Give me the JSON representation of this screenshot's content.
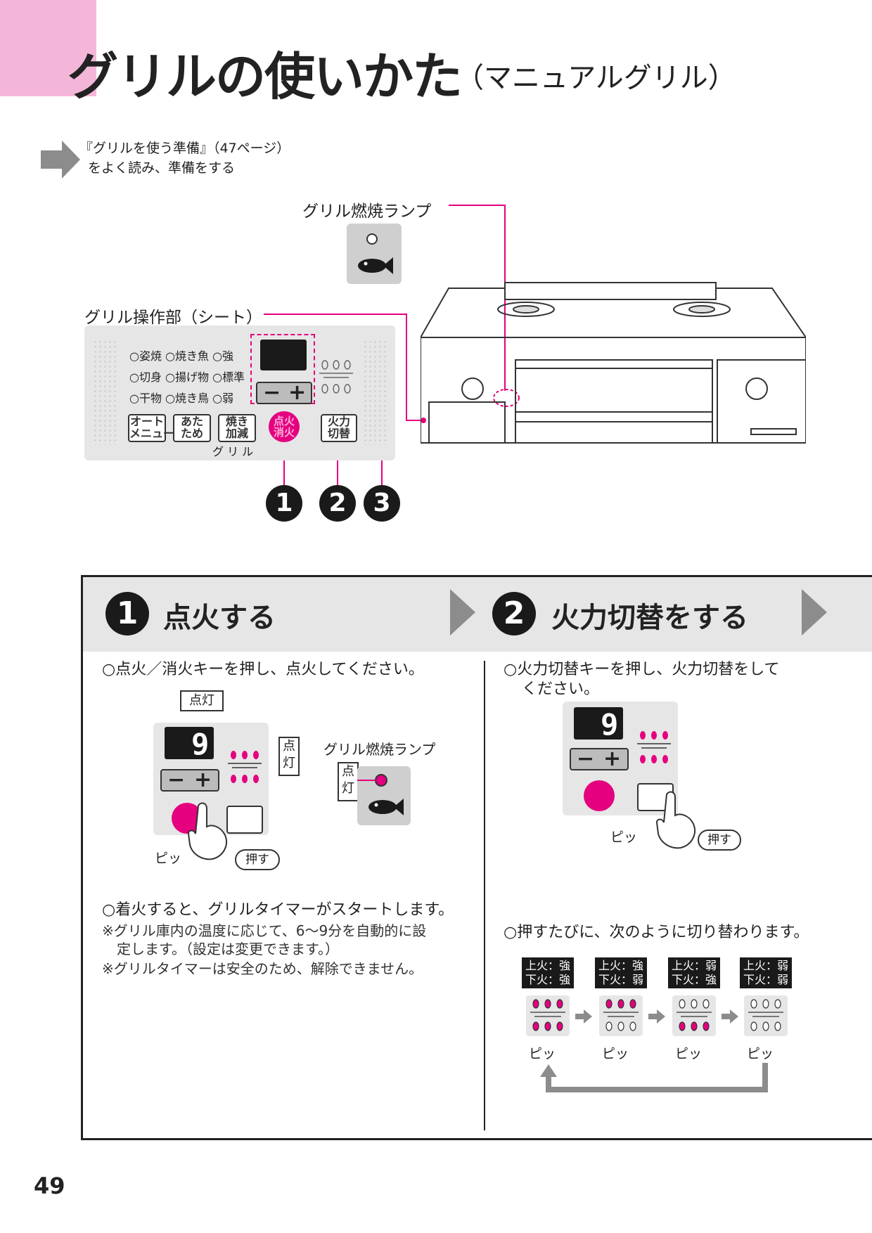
{
  "header": {
    "title": "グリルの使いかた",
    "subtitle": "（マニュアルグリル）"
  },
  "prep": {
    "line1": "『グリルを使う準備』（47ページ）",
    "line2": "をよく読み、準備をする"
  },
  "diagram": {
    "lamp_label": "グリル燃焼ランプ",
    "panel_label": "グリル操作部（シート）",
    "menu_rows": [
      "○姿焼 ○焼き魚 ○強",
      "○切身 ○揚げ物 ○標準",
      "○干物 ○焼き鳥 ○弱"
    ],
    "keys": {
      "auto": "オート\nメニュー",
      "atatame": "あた\nため",
      "kagen": "焼き\n加減",
      "ignite": "点火\n消火",
      "kakiryoku": "火力\n切替"
    },
    "grill_label": "グ リ ル",
    "callouts": [
      "1",
      "2",
      "3"
    ]
  },
  "step1": {
    "num": "1",
    "title": "点火する",
    "instruction": "○点火／消火キーを押し、点火してください。",
    "tag_lit": "点灯",
    "tag_lit_v": "点\n灯",
    "lamp_label": "グリル燃焼ランプ",
    "display_digit": "9",
    "beep": "ピッ",
    "press": "押す",
    "after": "○着火すると、グリルタイマーがスタートします。",
    "note1a": "※グリル庫内の温度に応じて、6〜9分を自動的に設",
    "note1b": "定します。（設定は変更できます。）",
    "note2": "※グリルタイマーは安全のため、解除できません。"
  },
  "step2": {
    "num": "2",
    "title": "火力切替をする",
    "instruction_a": "○火力切替キーを押し、火力切替をして",
    "instruction_b": "ください。",
    "display_digit": "9",
    "beep": "ピッ",
    "press": "押す",
    "cycle_text": "○押すたびに、次のように切り替わります。",
    "modes": [
      {
        "top": "上火：強",
        "bottom": "下火：強",
        "top_on": true,
        "bottom_on": true
      },
      {
        "top": "上火：強",
        "bottom": "下火：弱",
        "top_on": true,
        "bottom_on": false
      },
      {
        "top": "上火：弱",
        "bottom": "下火：強",
        "top_on": false,
        "bottom_on": true
      },
      {
        "top": "上火：弱",
        "bottom": "下火：弱",
        "top_on": false,
        "bottom_on": false
      }
    ]
  },
  "page_number": "49",
  "colors": {
    "magenta": "#e4007f",
    "pink_tab": "#f4b6d8",
    "panel_gray": "#e6e6e6"
  }
}
